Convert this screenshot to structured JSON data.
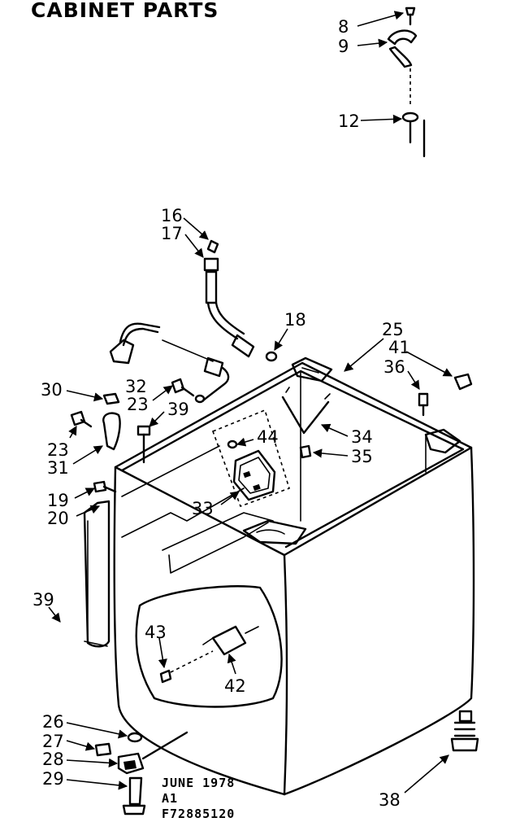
{
  "title": "CABINET PARTS",
  "stamp": {
    "date": "JUNE 1978",
    "rev": "A1",
    "code": "F72885120"
  },
  "callouts": [
    "8",
    "9",
    "12",
    "16",
    "17",
    "18",
    "25",
    "41",
    "36",
    "30",
    "32",
    "23",
    "39",
    "23",
    "31",
    "34",
    "44",
    "35",
    "19",
    "20",
    "33",
    "39",
    "43",
    "42",
    "26",
    "27",
    "28",
    "29",
    "38"
  ]
}
